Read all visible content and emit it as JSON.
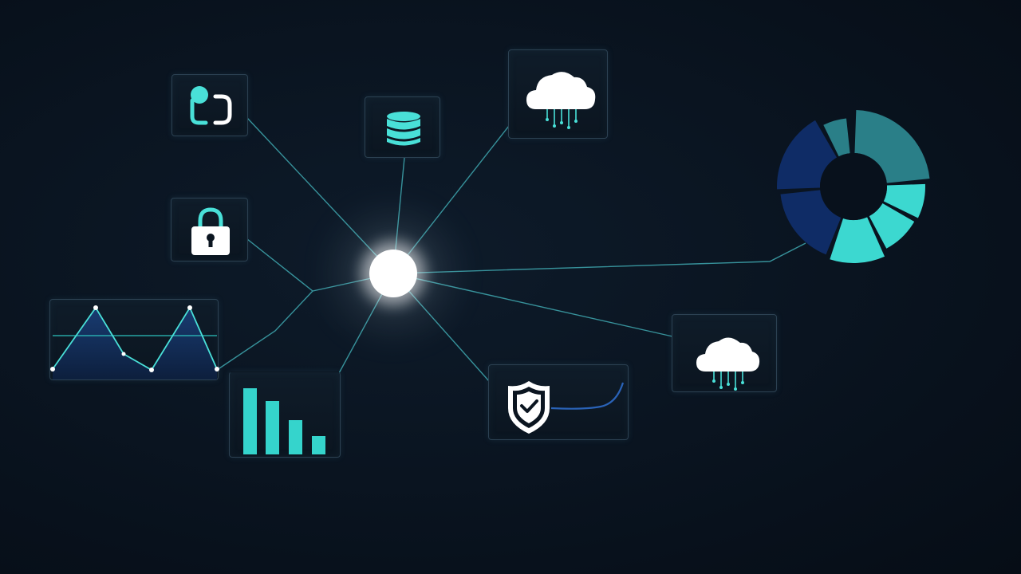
{
  "scene": {
    "colors": {
      "background": "#0a1320",
      "accent": "#2ec9c4",
      "accent_light": "#49e0d8",
      "link_line": "#3fa8b0",
      "card_border": "#2c4152",
      "hub": "#ffffff",
      "donut_dark_blue": "#0f2c66",
      "donut_teal_dark": "#2a7f88",
      "donut_teal_light": "#3cd8d0"
    },
    "hub": {
      "icon": "glowing-node"
    },
    "nodes": [
      {
        "name": "sync-icon"
      },
      {
        "name": "database-icon"
      },
      {
        "name": "cloud-icon"
      },
      {
        "name": "lock-icon"
      },
      {
        "name": "line-chart"
      },
      {
        "name": "bar-chart"
      },
      {
        "name": "shield-check-icon"
      },
      {
        "name": "cloud-icon"
      },
      {
        "name": "donut-chart"
      }
    ]
  }
}
